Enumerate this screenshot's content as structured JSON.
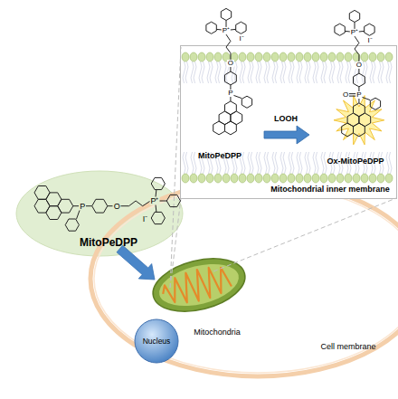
{
  "diagram": {
    "nodes": [
      {
        "text": [
          "MitoPeDPP"
        ]
      },
      {
        "text": [
          "Cell membrane"
        ]
      },
      {
        "text": [
          "Mitochondria"
        ],
        "in": 1
      },
      {
        "text": [
          "Nucleus"
        ],
        "in": 1
      },
      {
        "text": [
          "MitoPeDPP",
          "Ox-MitoPeDPP",
          "Mitochondrial inner membrane"
        ]
      }
    ],
    "edges": [
      {
        "from": 0,
        "to": 2,
        "arrow": "to"
      }
    ],
    "labels": [
      "P⁺",
      "I⁻",
      "O",
      "P",
      "P⁺",
      "I⁻",
      "O",
      "P",
      "LOOH",
      "P⁺",
      "I⁻",
      "O",
      "O",
      "P"
    ]
  }
}
